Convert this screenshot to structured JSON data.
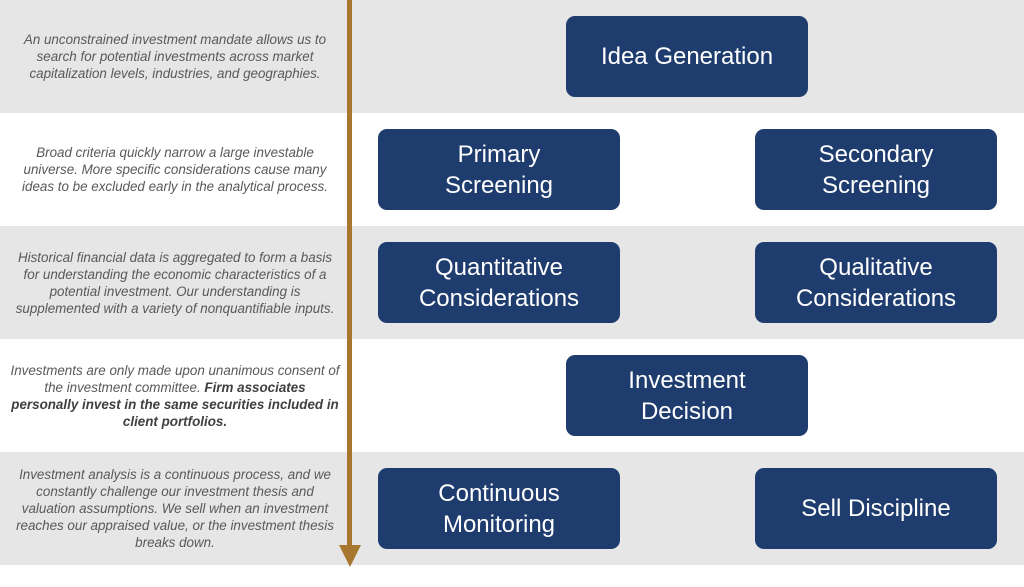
{
  "rows": [
    {
      "description": "An unconstrained investment mandate allows us to search for potential investments across market capitalization levels, industries, and geographies.",
      "boxes": [
        "Idea Generation"
      ]
    },
    {
      "description": "Broad criteria quickly narrow a large investable universe. More specific considerations cause many ideas to be excluded early in the analytical process.",
      "boxes": [
        "Primary Screening",
        "Secondary Screening"
      ]
    },
    {
      "description": "Historical financial data is aggregated to form a basis for understanding the economic characteristics of a potential investment. Our understanding is supplemented with a variety of nonquantifiable inputs.",
      "boxes": [
        "Quantitative Considerations",
        "Qualitative Considerations"
      ]
    },
    {
      "description": "Investments are only made upon unanimous consent of the investment committee.",
      "description_bold": "Firm associates personally invest in the same securities included in client portfolios.",
      "boxes": [
        "Investment Decision"
      ]
    },
    {
      "description": "Investment analysis is a continuous process, and we constantly challenge our investment thesis and valuation assumptions. We sell when an investment reaches our appraised value, or the investment thesis breaks down.",
      "boxes": [
        "Continuous Monitoring",
        "Sell Discipline"
      ]
    }
  ],
  "colors": {
    "box": "#1f3c6e",
    "arrow": "#a8772f",
    "band_gray": "#e6e6e6"
  }
}
